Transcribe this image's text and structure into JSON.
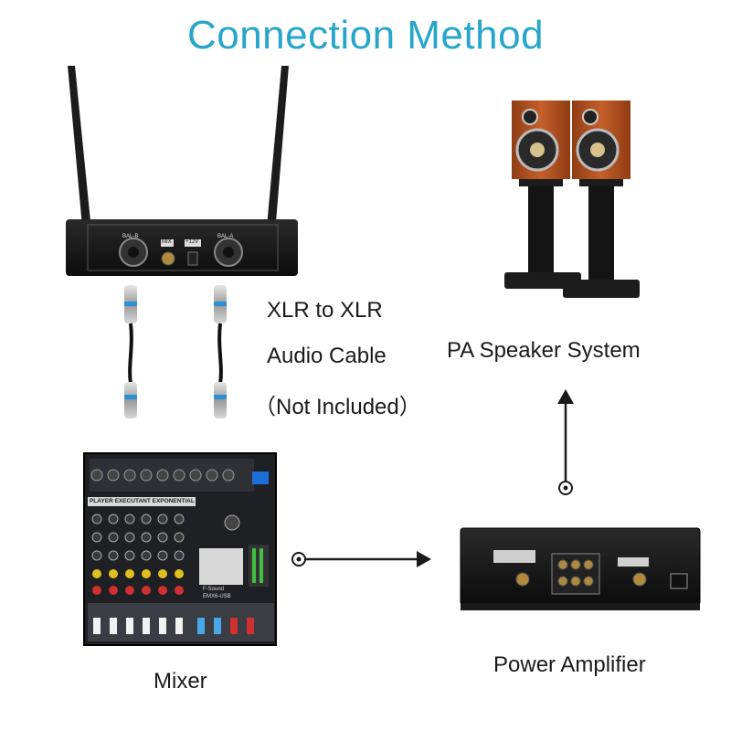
{
  "title": "Connection Method",
  "cable": {
    "line1": "XLR to XLR",
    "line2": "Audio Cable",
    "line3": "（Not Included）"
  },
  "labels": {
    "speaker": "PA Speaker System",
    "mixer": "Mixer",
    "amplifier": "Power Amplifier"
  },
  "receiver_panel": {
    "bal_b": "BAL-B",
    "mix": "MIX",
    "power": "+12V",
    "bal_a": "BAL-A"
  },
  "mixer_panel": {
    "strip": "PLAYER  EXECUTANT  EXPONENTIAL",
    "brand": "F-Sound",
    "model": "EMX6-USB"
  },
  "colors": {
    "title": "#27a6c9",
    "xlr_ring": "#2b8fd6",
    "speaker_wood": "#b5541f"
  }
}
